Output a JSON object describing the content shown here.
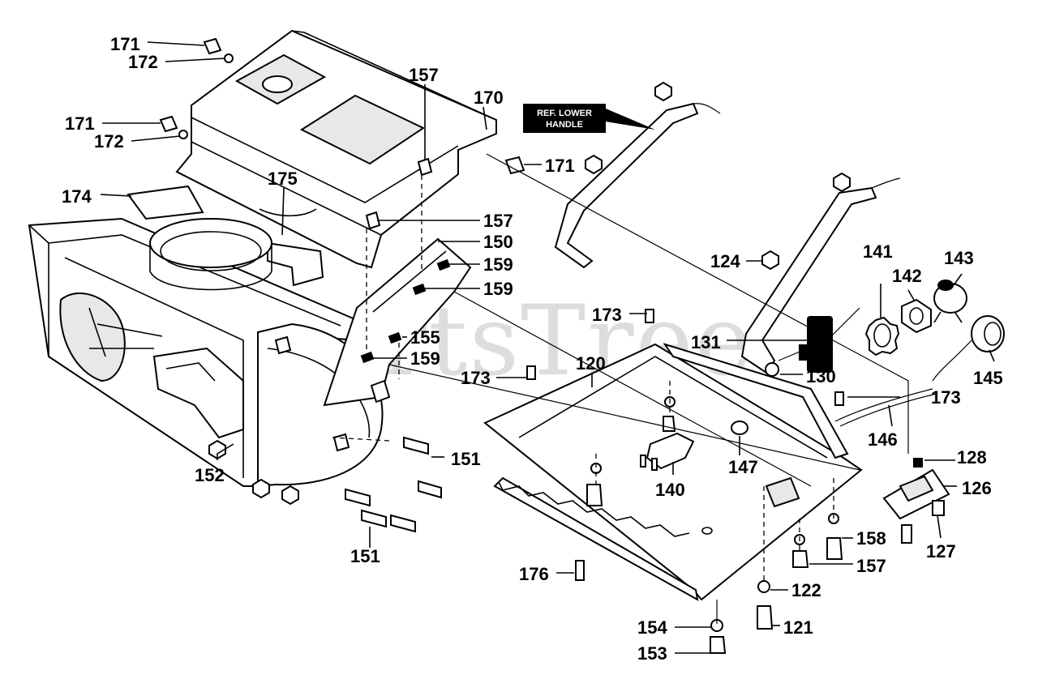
{
  "diagram": {
    "watermark": "PartsTree",
    "reference_note": {
      "line1": "REF. LOWER",
      "line2": "HANDLE"
    },
    "parts": {
      "p171a": "171",
      "p172a": "172",
      "p171b": "171",
      "p172b": "172",
      "p171c": "171",
      "p170": "170",
      "p157a": "157",
      "p175": "175",
      "p174": "174",
      "p157b": "157",
      "p150": "150",
      "p159a": "159",
      "p159b": "159",
      "p155": "155",
      "p159c": "159",
      "p124": "124",
      "p141": "141",
      "p142": "142",
      "p143": "143",
      "p173a": "173",
      "p131": "131",
      "p120": "120",
      "p130": "130",
      "p145": "145",
      "p173b": "173",
      "p173c": "173",
      "p146": "146",
      "p147": "147",
      "p128": "128",
      "p126": "126",
      "p151a": "151",
      "p152": "152",
      "p140": "140",
      "p151b": "151",
      "p158": "158",
      "p127": "127",
      "p157c": "157",
      "p176": "176",
      "p122": "122",
      "p154": "154",
      "p121": "121",
      "p153": "153"
    }
  }
}
